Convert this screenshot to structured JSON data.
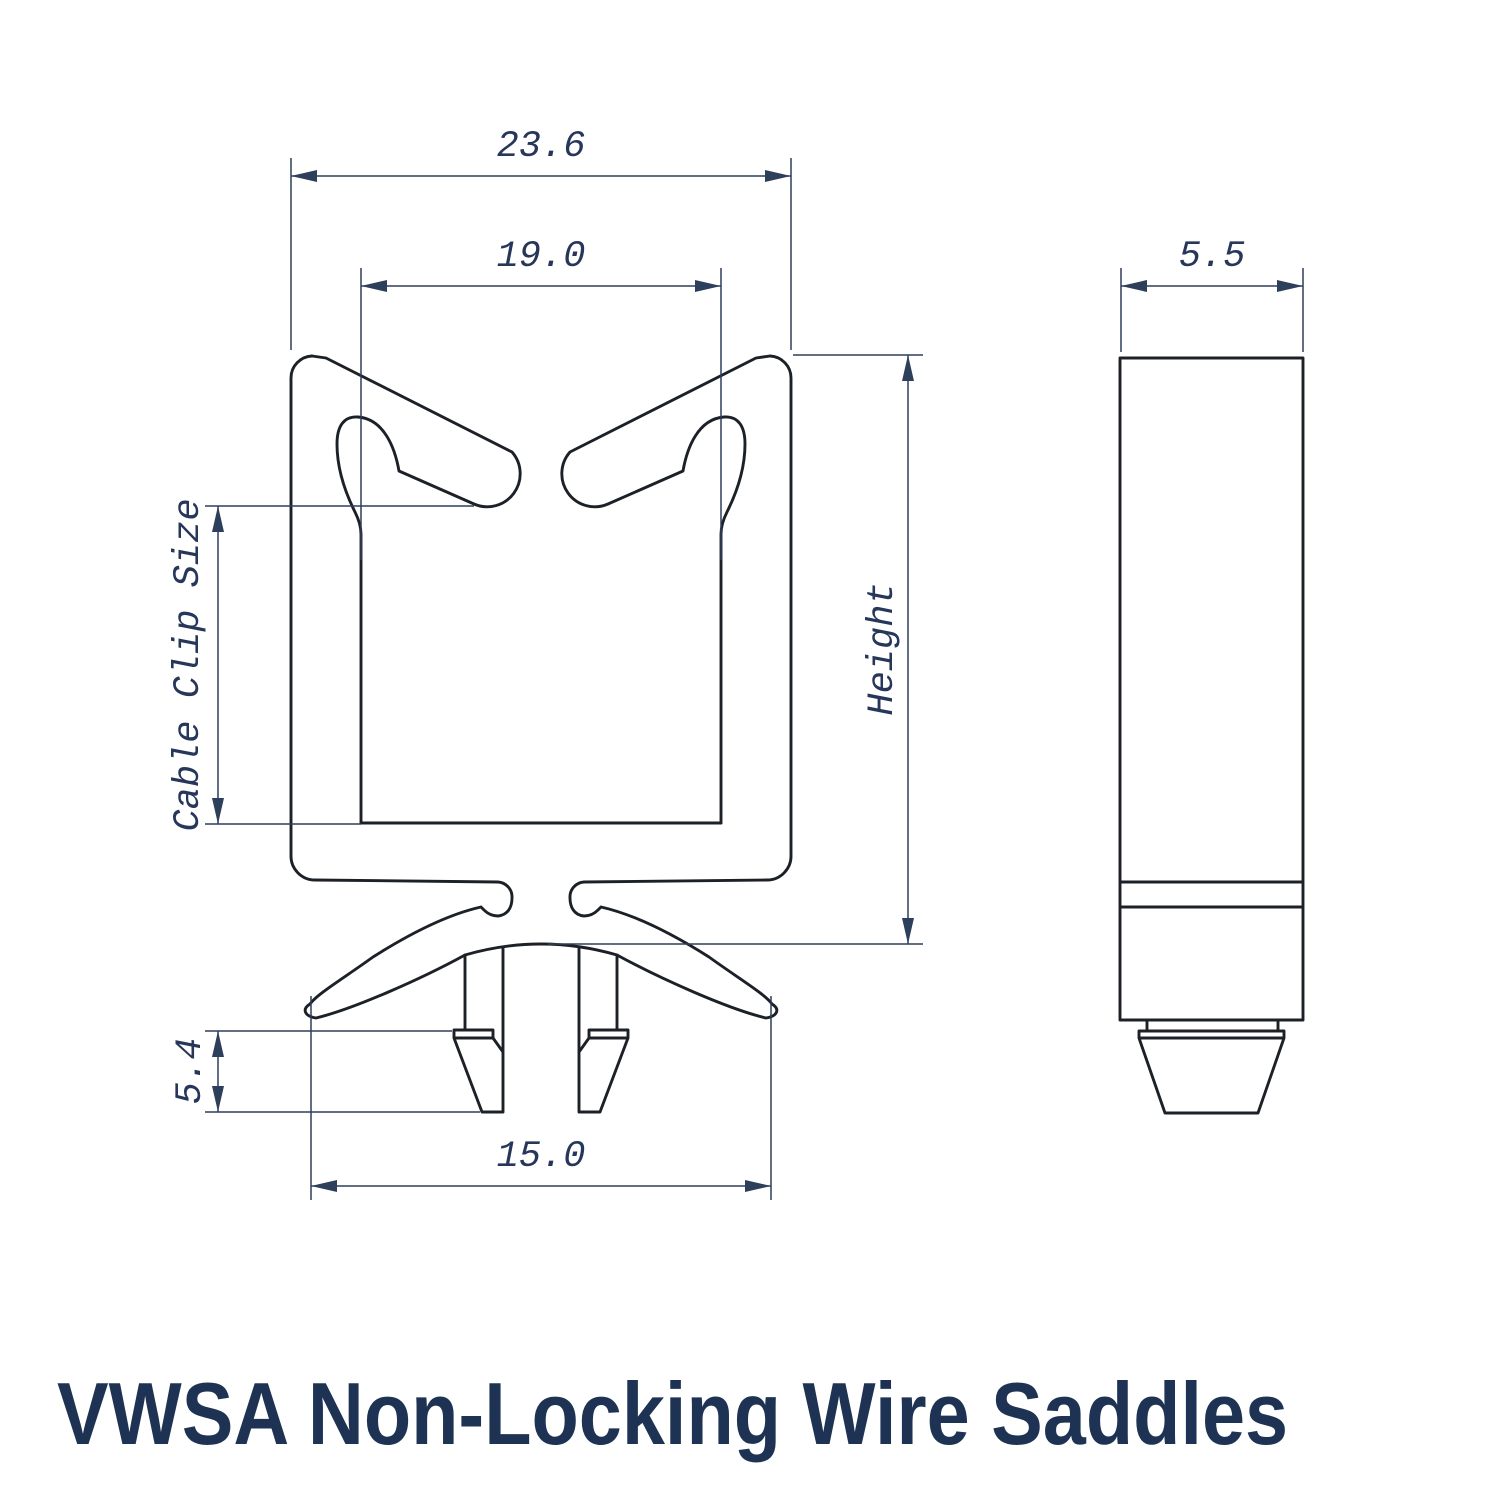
{
  "title": "VWSA Non-Locking Wire Saddles",
  "colors": {
    "outline": "#1c2128",
    "dimension_line": "#2e3f5c",
    "dimension_text": "#27375a",
    "title_text": "#1e3353",
    "background": "#ffffff"
  },
  "dimensions": {
    "outer_width": {
      "value": "23.6"
    },
    "inner_width": {
      "value": "19.0"
    },
    "side_width": {
      "value": "5.5"
    },
    "cable_clip_size": {
      "label": "Cable Clip Size"
    },
    "height": {
      "label": "Height"
    },
    "foot_height": {
      "value": "5.4"
    },
    "base_width": {
      "value": "15.0"
    }
  }
}
